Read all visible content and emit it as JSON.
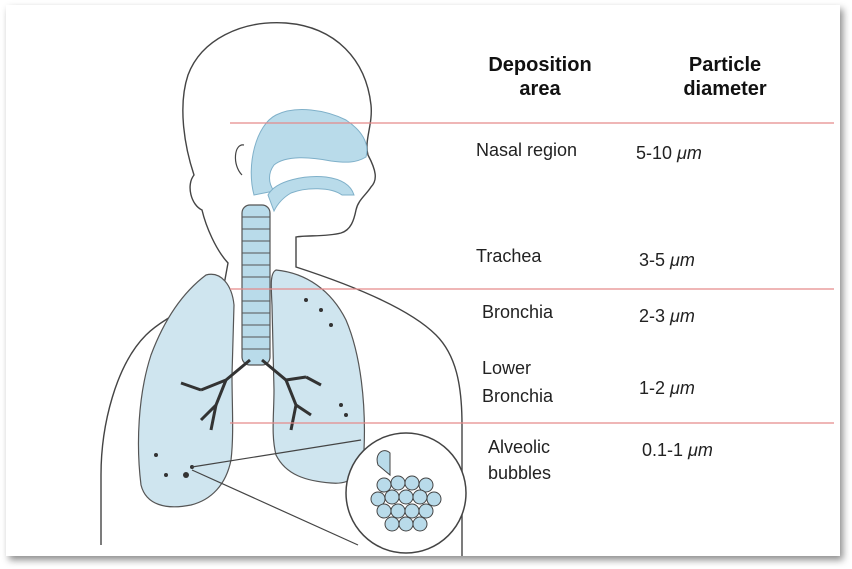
{
  "header": {
    "deposition_area": "Deposition area",
    "deposition_area_line1": "Deposition",
    "deposition_area_line2": "area",
    "particle_diameter_line1": "Particle",
    "particle_diameter_line2": "diameter"
  },
  "rows": [
    {
      "region": "Nasal region",
      "size": "5-10",
      "unit": "μm"
    },
    {
      "region": "Trachea",
      "size": "3-5",
      "unit": "μm"
    },
    {
      "region": "Bronchia",
      "size": "2-3",
      "unit": "μm"
    },
    {
      "region_line1": "Lower",
      "region_line2": "Bronchia",
      "size": "1-2",
      "unit": "μm"
    },
    {
      "region_line1": "Alveolic",
      "region_line2": "bubbles",
      "size": "0.1-1",
      "unit": "μm"
    }
  ],
  "colors": {
    "airway_fill": "#b9dbea",
    "divider_line": "#e58a8a",
    "outline": "#333333"
  }
}
